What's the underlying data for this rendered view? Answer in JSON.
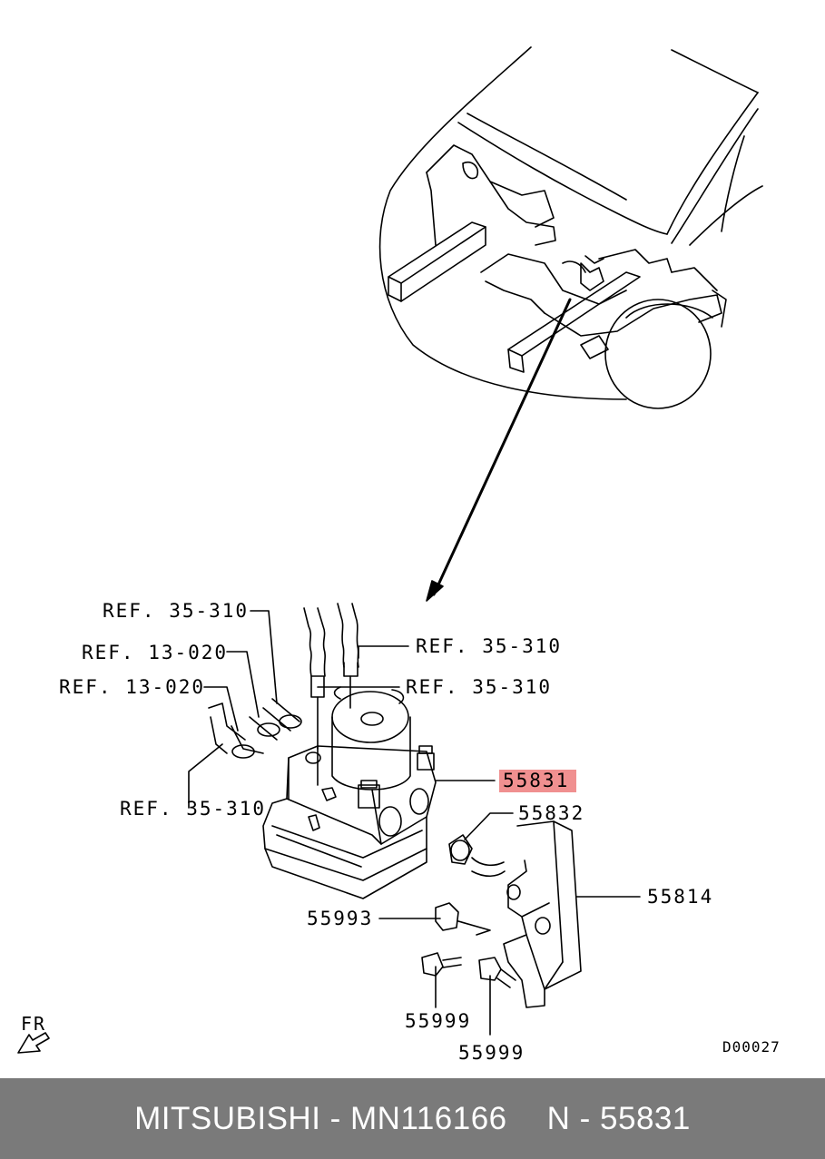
{
  "labels": {
    "ref_a": "REF. 35-310",
    "ref_b": "REF. 13-020",
    "ref_c": "REF. 13-020",
    "ref_d": "REF. 35-310",
    "ref_e": "REF. 35-310",
    "ref_f": "REF. 35-310",
    "part_55831": "55831",
    "part_55832": "55832",
    "part_55814": "55814",
    "part_55993": "55993",
    "part_55999_a": "55999",
    "part_55999_b": "55999",
    "fr": "FR",
    "diagram_code": "D00027"
  },
  "highlight_color": "#f09090",
  "footer": {
    "brand": "MITSUBISHI - MN116166",
    "part": "N - 55831"
  }
}
